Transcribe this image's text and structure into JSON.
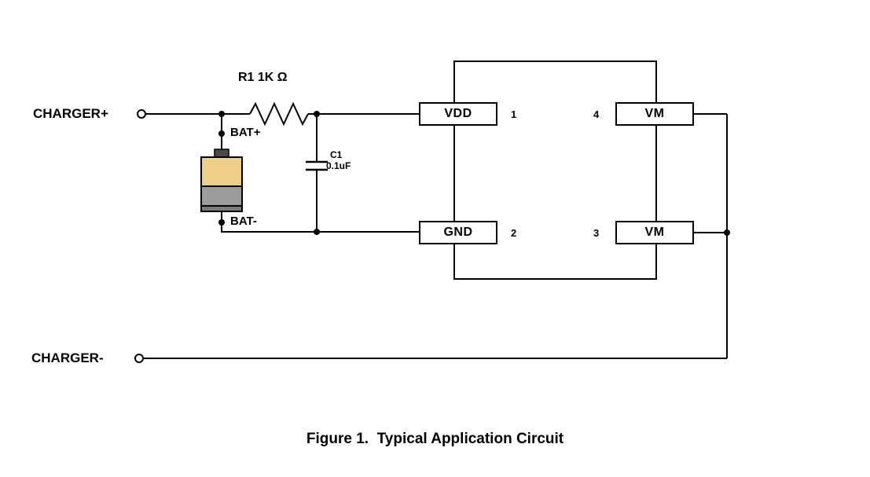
{
  "figure": {
    "caption": "Figure 1.  Typical Application Circuit"
  },
  "terminals": {
    "charger_plus": "CHARGER+",
    "charger_minus": "CHARGER-"
  },
  "components": {
    "resistor": {
      "label": "R1 1K Ω"
    },
    "capacitor": {
      "name": "C1",
      "value": "0.1uF"
    },
    "battery": {
      "positive_label": "BAT+",
      "negative_label": "BAT-"
    }
  },
  "ic": {
    "pins": {
      "vdd": {
        "label": "VDD",
        "number": "1"
      },
      "gnd": {
        "label": "GND",
        "number": "2"
      },
      "vm_top": {
        "label": "VM",
        "number": "4"
      },
      "vm_bottom": {
        "label": "VM",
        "number": "3"
      }
    }
  },
  "colors": {
    "wire": "#000000",
    "battery_positive": "#EDCF8A",
    "battery_negative": "#9C9C9C"
  }
}
